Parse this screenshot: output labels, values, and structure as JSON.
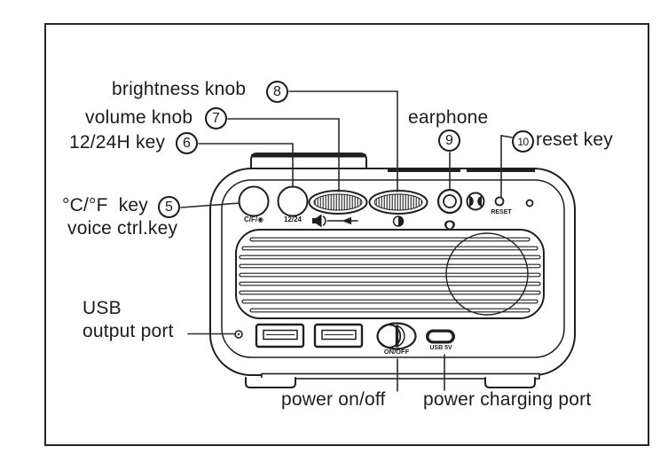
{
  "colors": {
    "line": "#1f1f1f",
    "background": "#ffffff"
  },
  "callouts": {
    "brightness_knob": {
      "label": "brightness knob",
      "number": "8"
    },
    "volume_knob": {
      "label": "volume knob",
      "number": "7"
    },
    "h12_24_key": {
      "label": "12/24H key",
      "number": "6"
    },
    "earphone": {
      "label": "earphone",
      "number": "9"
    },
    "reset_key": {
      "label": "reset key",
      "number": "10"
    },
    "temp_voice_key": {
      "label_line1": "°C/°F  key",
      "label_line2": "voice ctrl.key",
      "number": "5"
    },
    "usb_output_port": {
      "label_line1": "USB",
      "label_line2": "output port"
    },
    "power_on_off": {
      "label": "power on/off"
    },
    "power_charging_port": {
      "label": "power charging port"
    }
  },
  "device_markings": {
    "cf_voice_button": "C/F/◉",
    "h12_24_button": "12/24",
    "reset": "RESET",
    "on_off": "ON/OFF",
    "usb_5v": "USB 5V"
  },
  "icons": {
    "headphone_glyph": "Ω"
  }
}
